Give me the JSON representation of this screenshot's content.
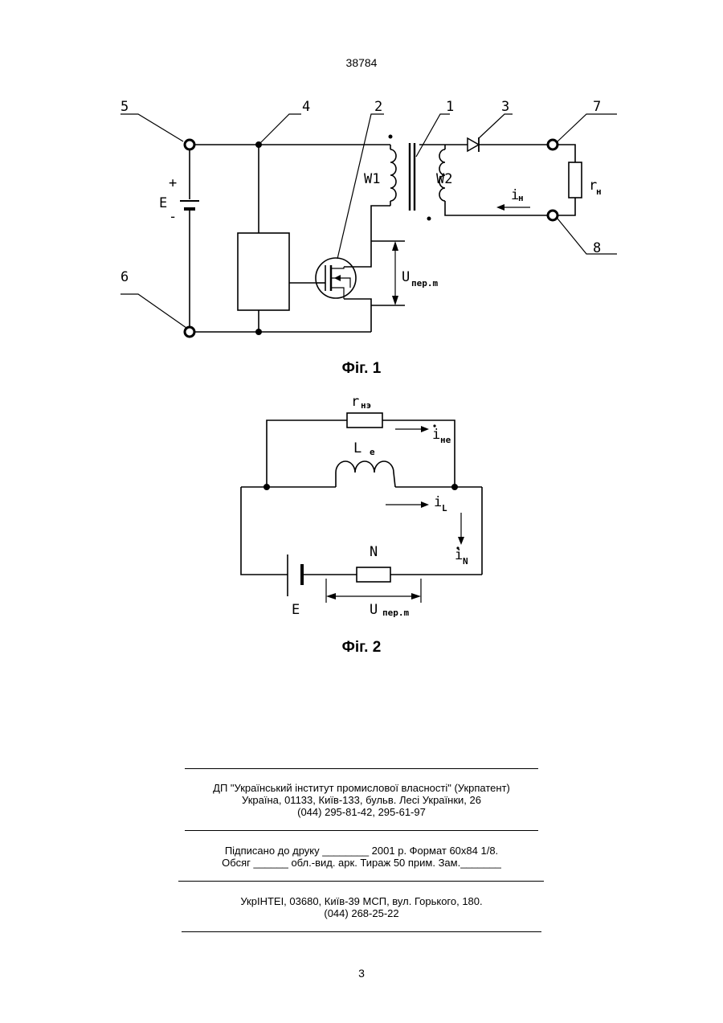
{
  "header": {
    "doc_number": "38784"
  },
  "figure1": {
    "caption": "Фіг. 1",
    "labels": {
      "terminal_5": "5",
      "terminal_6": "6",
      "terminal_7": "7",
      "terminal_8": "8",
      "block_4": "4",
      "transistor_2": "2",
      "transformer_1": "1",
      "diode_3": "3",
      "source": "E",
      "plus": "+",
      "minus": "-",
      "winding_1": "W1",
      "winding_2": "W2",
      "load": "r",
      "load_sub": "н",
      "current": "i",
      "current_sub": "н",
      "voltage": "U",
      "voltage_sub": "пер.m"
    }
  },
  "figure2": {
    "caption": "Фіг. 2",
    "labels": {
      "r_main": "r",
      "r_sub": "нэ",
      "i_top": "i",
      "i_top_sub": "не",
      "inductor": "L",
      "inductor_sub": "e",
      "i_mid": "i",
      "i_mid_sub": "L",
      "i_right": "i",
      "i_right_sub": "N",
      "resistor_n": "N",
      "source": "E",
      "voltage": "U",
      "voltage_sub": "пер.m"
    }
  },
  "imprint": {
    "block1": [
      "ДП \"Український інститут промислової власності\" (Укрпатент)",
      "Україна, 01133, Київ-133, бульв. Лесі Українки, 26",
      "(044) 295-81-42, 295-61-97"
    ],
    "block2": [
      "Підписано до друку ________ 2001 р.    Формат 60х84 1/8.",
      "Обсяг ______ обл.-вид. арк.   Тираж 50 прим.    Зам._______"
    ],
    "block3": [
      "УкрІНТЕІ, 03680, Київ-39 МСП, вул. Горького, 180.",
      "(044) 268-25-22"
    ]
  },
  "footer": {
    "page_number": "3"
  }
}
